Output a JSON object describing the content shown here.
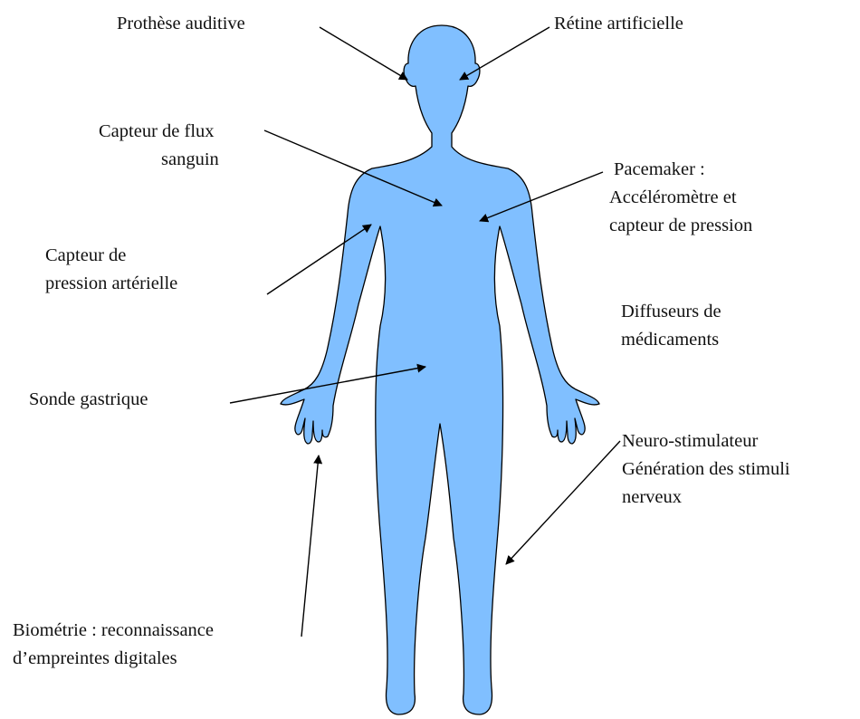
{
  "colors": {
    "body_fill": "#80bfff",
    "outline": "#000000",
    "arrow": "#000000",
    "text": "#111111"
  },
  "labels": {
    "prothese_auditive": [
      "Prothèse  auditive"
    ],
    "retine_artificielle": [
      "Rétine  artificielle"
    ],
    "capteur_flux": [
      "Capteur de flux",
      "sanguin"
    ],
    "pacemaker": [
      "Pacemaker   :",
      "Accéléromètre et",
      "capteur de pression"
    ],
    "capteur_pression_arterielle": [
      "Capteur de",
      "pression  artérielle"
    ],
    "diffuseurs": [
      "Diffuseurs de",
      "médicaments"
    ],
    "sonde_gastrique": [
      "Sonde  gastrique"
    ],
    "neuro_stimulateur": [
      "Neuro-stimulateur",
      "Génération   des stimuli",
      "nerveux"
    ],
    "biometrie": [
      "Biométrie  : reconnaissance",
      "d’empreintes   digitales"
    ]
  }
}
